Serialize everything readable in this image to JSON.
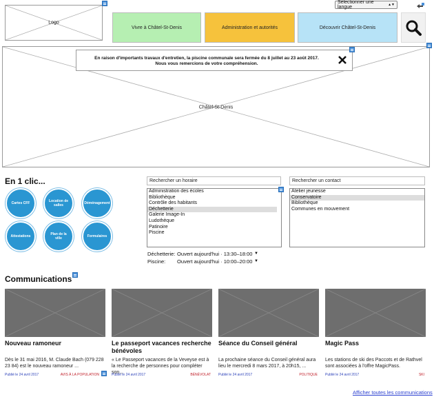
{
  "header": {
    "logo_label": "Logo",
    "language_select": "Sélectionner une langue",
    "nav": [
      {
        "label": "Vivre à Châtel-St-Denis",
        "color": "#b6efb2"
      },
      {
        "label": "Administration et autorités",
        "color": "#f6c23c"
      },
      {
        "label": "Découvrir Châtel-St-Denis",
        "color": "#b7e3f7"
      }
    ]
  },
  "hero": {
    "label": "Châtel-St-Denis",
    "notice_line1": "En raison d'importants travaux d'entretien, la piscine communale sera fermée du 8 juillet au 23 août 2017.",
    "notice_line2": "Nous vous remercions de votre compréhension."
  },
  "quick": {
    "title": "En 1 clic...",
    "buttons": [
      "Cartes CFF",
      "Location de salles",
      "Déménagement",
      "Attestations",
      "Plan de la ville",
      "Formulaires"
    ]
  },
  "schedule": {
    "search_placeholder": "Rechercher un horaire",
    "items": [
      "Administration des écoles",
      "Bibliothèque",
      "Contrôle des habitants",
      "Déchetterie",
      "Galerie Image-In",
      "Ludothèque",
      "Patinoire",
      "Piscine"
    ],
    "selected": "Déchetterie",
    "hours": [
      {
        "place": "Déchetterie:",
        "value": "Ouvert aujourd'hui · 13:30–18:00"
      },
      {
        "place": "Piscine:",
        "value": "Ouvert aujourd'hui · 10:00–20:00"
      }
    ]
  },
  "contacts": {
    "search_placeholder": "Rechercher un contact",
    "items": [
      "Atelier jeunesse",
      "Conservatoire",
      "Bibliothèque",
      "Communes en mouvement"
    ],
    "selected": "Conservatoire"
  },
  "communications": {
    "title": "Communications",
    "cards": [
      {
        "title": "Nouveau ramoneur",
        "text": "Dès le 31 mai 2016, M. Claude Bach (079 228 23 84) est le nouveau ramoneur ...",
        "date": "Publié le 24 avril 2017",
        "tag": "AVIS À LA POPULATION"
      },
      {
        "title": "Le passeport vacances recherche bénévoles",
        "text": "« Le Passeport vacances de la Veveyse est à la recherche de personnes pour compléter son...",
        "date": "Publié le 24 avril 2017",
        "tag": "BÉNÉVOLAT"
      },
      {
        "title": "Séance du Conseil général",
        "text": "La prochaine séance du Conseil général aura lieu le mercredi 8 mars 2017, à 20h15, ...",
        "date": "Publié le 24 avril 2017",
        "tag": "POLITIQUE"
      },
      {
        "title": "Magic Pass",
        "text": "Les stations de ski des Paccots et de Rathvel sont associées à l'offre MagicPass.",
        "date": "Publié le 24 avril 2017",
        "tag": "SKI"
      }
    ],
    "all_link": "Afficher toutes les communications"
  }
}
